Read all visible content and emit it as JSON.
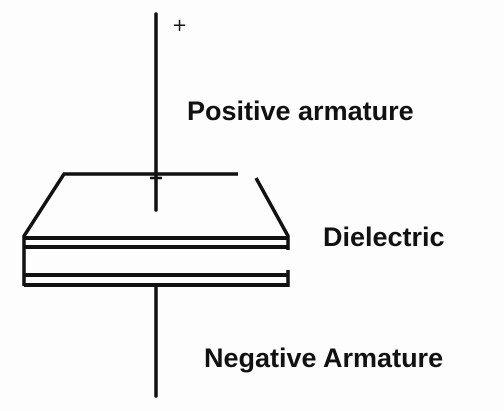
{
  "labels": {
    "plus_sign": "+",
    "positive": "Positive armature",
    "dielectric": "Dielectric",
    "negative": "Negative Armature"
  },
  "colors": {
    "ink": "#111111",
    "paper": "#fdfdfd"
  }
}
